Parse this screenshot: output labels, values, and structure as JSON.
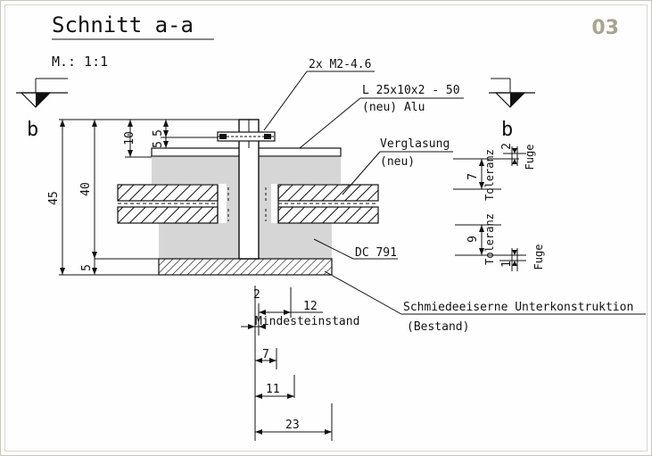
{
  "drawing": {
    "page_number": "03",
    "title": "Schnitt a-a",
    "scale": "M.: 1:1",
    "section_mark_left": "b",
    "section_mark_right": "b",
    "labels": {
      "bolt": "2x M2-4.6",
      "angle": "L 25x10x2 - 50",
      "angle_note": "(neu) Alu",
      "glazing": "Verglasung",
      "glazing_note": "(neu)",
      "sealant": "DC 791",
      "substructure": "Schmiedeeiserne Unterkonstruktion",
      "substructure_note": "(Bestand)",
      "min_distance": "Mindesteinstand"
    },
    "dimensions": {
      "d45": "45",
      "d40": "40",
      "d10": "10",
      "d5a": "5",
      "d5b": "5",
      "d5c": "5",
      "d2": "2",
      "d12": "12",
      "d7": "7",
      "d11": "11",
      "d23": "23",
      "tol_top_7": "7",
      "tol_top_2": "2",
      "tol_top_toleranz": "Toleranz",
      "tol_top_fuge": "Fuge",
      "tol_bot_9": "9",
      "tol_bot_1": "1",
      "tol_bot_toleranz": "Toleranz",
      "tol_bot_fuge": "Fuge"
    },
    "colors": {
      "line": "#111111",
      "sealant_fill": "#d6d6d6",
      "page_number": "#a8a48e"
    }
  }
}
